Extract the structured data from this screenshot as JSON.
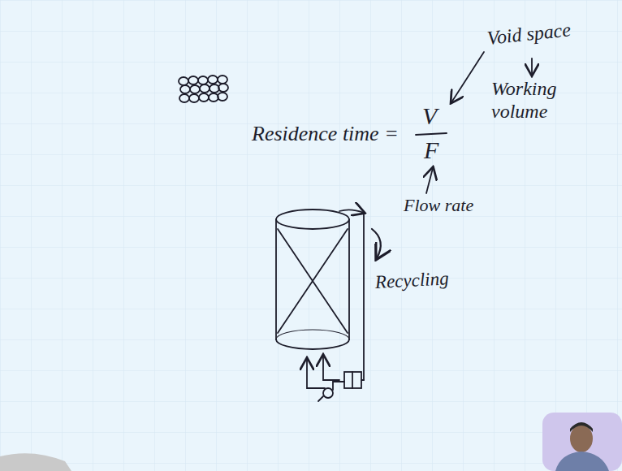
{
  "diagram": {
    "labels": [
      "Residence time =",
      "V",
      "F",
      "Void space",
      "Working volume",
      "Flow rate",
      "Recycling"
    ]
  }
}
